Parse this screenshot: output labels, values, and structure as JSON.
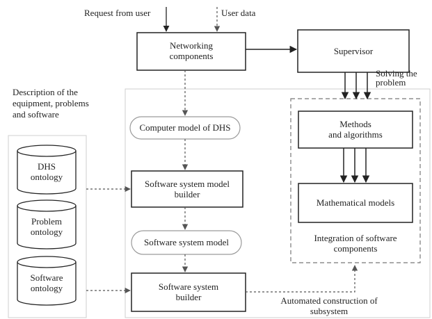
{
  "inputs": {
    "request_from_user": "Request from user",
    "user_data": "User data"
  },
  "nodes": {
    "networking": "Networking\ncomponents",
    "supervisor": "Supervisor",
    "computer_model": "Computer model of DHS",
    "ssm_builder": "Software system model\nbuilder",
    "ss_model": "Software system model",
    "ss_builder": "Software system\nbuilder",
    "methods": "Methods\nand algorithms",
    "math_models": "Mathematical models"
  },
  "ontologies": {
    "dhs": "DHS\nontology",
    "problem": "Problem\nontology",
    "software": "Software\nontology"
  },
  "annotations": {
    "description": "Description of the\nequipment, problems\nand software",
    "solving": "Solving the\nproblem",
    "integration": "Integration of software\ncomponents",
    "automated": "Automated construction of\nsubsystem"
  },
  "colors": {
    "stroke": "#222222",
    "panel_border": "#cfcfcf",
    "rounded_border": "#9a9a9a"
  }
}
